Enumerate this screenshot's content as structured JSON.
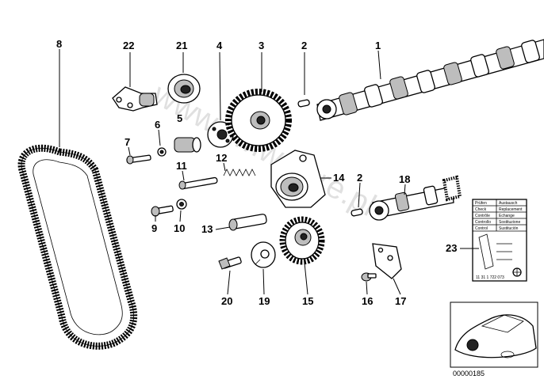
{
  "watermark": "www.bmwstore.pl",
  "diagram_code": "00000185",
  "labels": {
    "p1": "1",
    "p2a": "2",
    "p2b": "2",
    "p3": "3",
    "p4": "4",
    "p5": "5",
    "p6": "6",
    "p7": "7",
    "p8": "8",
    "p9": "9",
    "p10": "10",
    "p11": "11",
    "p12": "12",
    "p13": "13",
    "p14": "14",
    "p15": "15",
    "p16": "16",
    "p17": "17",
    "p18": "18",
    "p19": "19",
    "p20": "20",
    "p21": "21",
    "p22": "22",
    "p23": "23"
  },
  "service_table": {
    "rows": [
      [
        "Prüfen",
        "Austausch"
      ],
      [
        "Check",
        "Replacement"
      ],
      [
        "Contrôle",
        "Echange"
      ],
      [
        "Controllo",
        "Sostituzione"
      ],
      [
        "Control",
        "Sustitución"
      ]
    ],
    "code": "11 31 1 722 073"
  },
  "colors": {
    "ink": "#000000",
    "paper": "#ffffff"
  }
}
